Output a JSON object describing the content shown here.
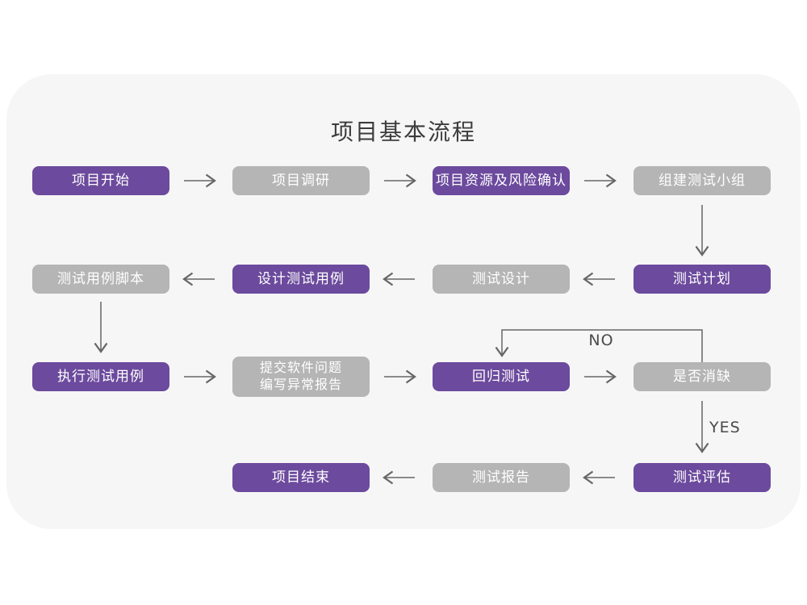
{
  "title": "项目基本流程",
  "colors": {
    "page_background": "#ffffff",
    "card_background": "#f6f6f7",
    "primary_purple": "#6c4a9d",
    "inactive_gray": "#b5b5b5",
    "box_text": "#ffffff",
    "arrow": "#666666",
    "title_text": "#3c3c3c",
    "branch_label_text": "#4a4a4a"
  },
  "flowchart": {
    "nodes": [
      {
        "id": "project-start",
        "label": "项目开始",
        "variant": "purple"
      },
      {
        "id": "project-research",
        "label": "项目调研",
        "variant": "gray"
      },
      {
        "id": "project-resources",
        "label": "项目资源及风险确认",
        "variant": "purple"
      },
      {
        "id": "build-test-team",
        "label": "组建测试小组",
        "variant": "gray"
      },
      {
        "id": "test-case-script",
        "label": "测试用例脚本",
        "variant": "gray"
      },
      {
        "id": "design-test-cases",
        "label": "设计测试用例",
        "variant": "purple"
      },
      {
        "id": "test-design",
        "label": "测试设计",
        "variant": "gray"
      },
      {
        "id": "test-plan",
        "label": "测试计划",
        "variant": "purple"
      },
      {
        "id": "execute-test-cases",
        "label": "执行测试用例",
        "variant": "purple"
      },
      {
        "id": "submit-issue-report",
        "label": "提交软件问题\n编写异常报告",
        "variant": "gray"
      },
      {
        "id": "regression-test",
        "label": "回归测试",
        "variant": "purple"
      },
      {
        "id": "defect-cleared",
        "label": "是否消缺",
        "variant": "gray"
      },
      {
        "id": "project-end",
        "label": "项目结束",
        "variant": "purple"
      },
      {
        "id": "test-report",
        "label": "测试报告",
        "variant": "gray"
      },
      {
        "id": "test-evaluation",
        "label": "测试评估",
        "variant": "purple"
      }
    ],
    "branch_labels": {
      "no": "NO",
      "yes": "YES"
    }
  }
}
